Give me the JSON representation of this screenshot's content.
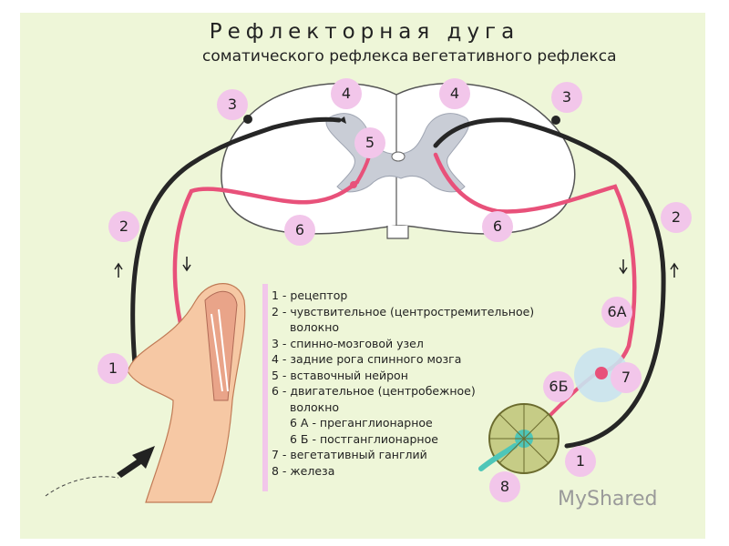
{
  "title": "Рефлекторная  дуга",
  "subtitles": {
    "left": "соматического рефлекса",
    "right": "вегетативного рефлекса"
  },
  "badges": {
    "l3": "3",
    "l4": "4",
    "l5": "5",
    "l6": "6",
    "l2": "2",
    "l1": "1",
    "r4": "4",
    "r3": "3",
    "r6": "6",
    "r2": "2",
    "r6a": "6А",
    "r6b": "6Б",
    "r7": "7",
    "r1": "1",
    "r8": "8"
  },
  "legend": [
    "1 - рецептор",
    "2 - чувствительное  (центростремительное)",
    "волокно",
    "3 - спинно-мозговой узел",
    "4 - задние рога спинного мозга",
    "5 - вставочный нейрон",
    "6 - двигательное (центробежное)",
    "волокно",
    "6 А - преганглионарное",
    "6 Б - постганглионарное",
    "7 - вегетативный ганглий",
    "8 - железа"
  ],
  "watermark": "MyShared",
  "colors": {
    "background": "#eef6d8",
    "sensory_fiber": "#262626",
    "motor_fiber": "#e8517a",
    "badge": "#f2c6ea",
    "grey_matter": "#c9cdd6",
    "gland": "#c6cc86"
  }
}
